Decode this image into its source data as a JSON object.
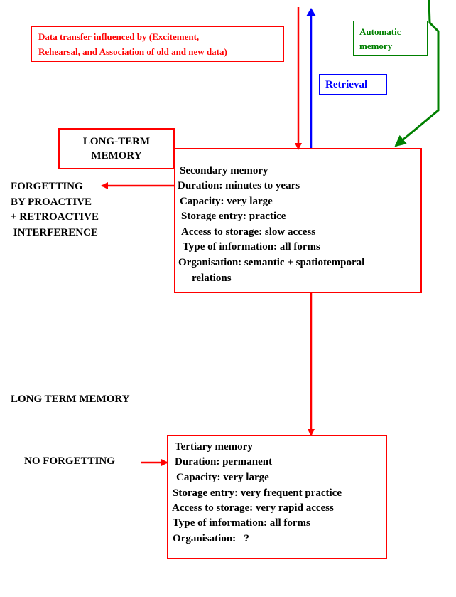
{
  "notes": {
    "data_transfer": [
      "Data transfer influenced by (Excitement,",
      "Rehearsal, and Association of old and new data)"
    ],
    "automatic_memory": [
      "Automatic",
      "memory"
    ],
    "retrieval": "Retrieval"
  },
  "long_term_label": [
    "LONG-TERM",
    "MEMORY"
  ],
  "forgetting": [
    "FORGETTING",
    "BY PROACTIVE",
    "+ RETROACTIVE",
    " INTERFERENCE"
  ],
  "secondary_box": {
    "lines": [
      "Secondary memory",
      "Duration: minutes to years",
      "Capacity: very large",
      "Storage entry: practice",
      "Access to storage: slow access",
      "Type of information: all forms",
      "Organisation: semantic + spatiotemporal",
      "relations"
    ]
  },
  "section_title": "LONG TERM MEMORY",
  "no_forgetting": "NO FORGETTING",
  "tertiary_box": {
    "lines": [
      "Tertiary memory",
      "Duration: permanent",
      "Capacity: very large",
      "Storage entry: very frequent practice",
      "Access to storage: very rapid access",
      "Type of information: all forms",
      "Organisation:   ?"
    ]
  },
  "colors": {
    "red": "#ff0000",
    "blue": "#0000ff",
    "green": "#008000"
  }
}
